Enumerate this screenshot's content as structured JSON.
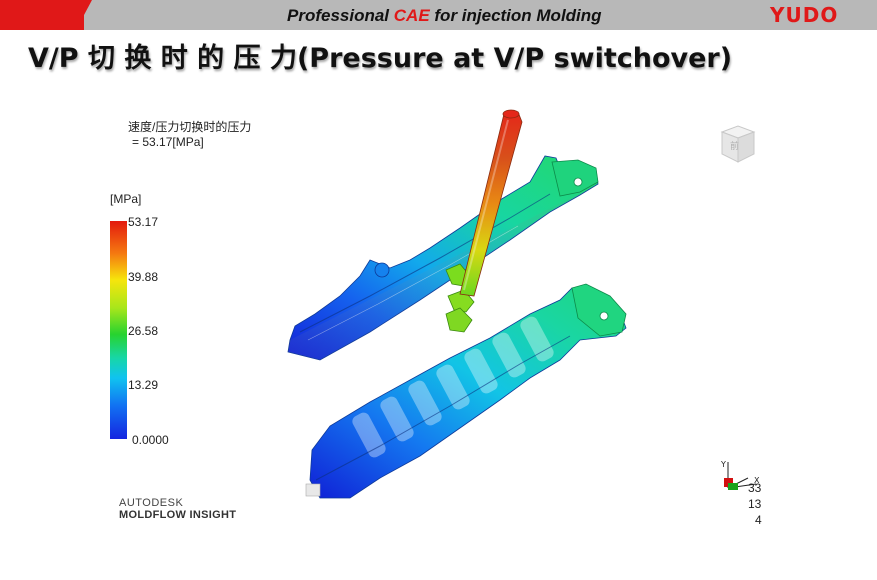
{
  "header": {
    "subtitle_pre": "Professional ",
    "subtitle_accent": "CAE",
    "subtitle_post": " for injection Molding",
    "brand": "YUDO",
    "title": "V/P 切 换 时 的 压 力(Pressure at V/P switchover)"
  },
  "result": {
    "name": "速度/压力切换时的压力",
    "value_line": "= 53.17[MPa]"
  },
  "legend": {
    "unit": "[MPa]",
    "ticks": [
      "53.17",
      "39.88",
      "26.58",
      "13.29",
      "0.0000"
    ]
  },
  "logo": {
    "line1": "AUTODESK",
    "line2": "MOLDFLOW INSIGHT"
  },
  "view_cube": {
    "face_label": "前"
  },
  "scale": {
    "values": [
      "33",
      "13",
      "4"
    ]
  },
  "colors": {
    "brand_red": "#e01818",
    "header_gray": "#b8b8b8"
  }
}
